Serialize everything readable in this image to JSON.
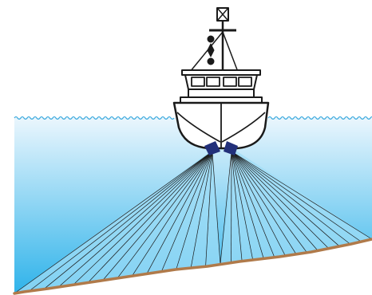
{
  "scene": {
    "subject": "multibeam-sonar-survey-vessel",
    "colors": {
      "sky": "#ffffff",
      "water_top": "#eaf6fd",
      "water_bottom": "#2fb3ea",
      "wave_line": "#3aa8dd",
      "beam_fill": "#9fdcf5",
      "beam_line": "#1a1a1a",
      "seabed": "#b07a4a",
      "transducer": "#22307a",
      "hull_fill": "#ffffff",
      "outline": "#1a1a1a"
    },
    "left_fan_beams": 15,
    "right_fan_beams": 15
  }
}
